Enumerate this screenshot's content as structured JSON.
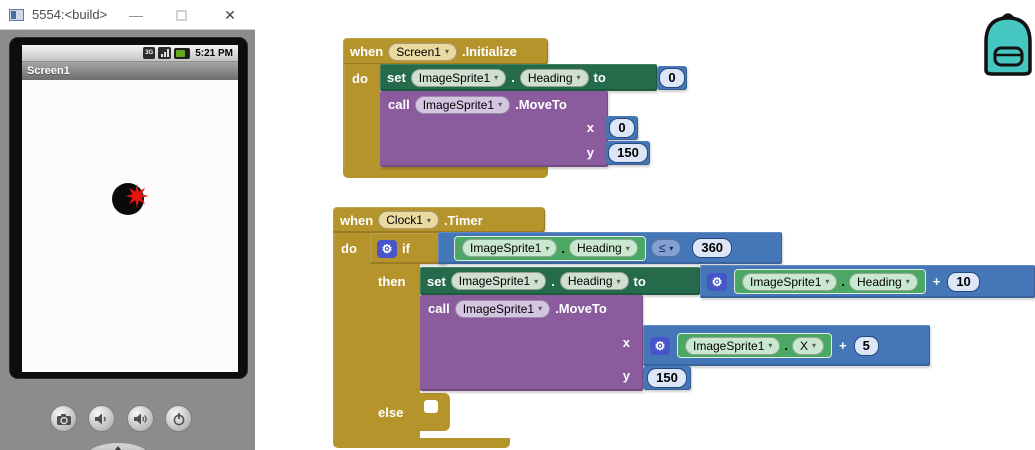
{
  "colors": {
    "event_gold": "#b5942c",
    "setter_green": "#256a4a",
    "method_purple": "#8a5c9e",
    "math_blue": "#4476b8",
    "getter_green": "#4ca764",
    "backpack_teal": "#45c6c0",
    "sprite_red": "#e81313"
  },
  "emulator": {
    "window_title": "5554:<build>",
    "minimize_label": "—",
    "close_label": "✕",
    "status_3g": "3G",
    "status_time": "5:21 PM",
    "screen_title": "Screen1"
  },
  "blocks": {
    "b1": {
      "when": "when",
      "component": "Screen1",
      "event": ".Initialize",
      "do_label": "do",
      "set": {
        "kw": "set",
        "component": "ImageSprite1",
        "dot": ".",
        "prop": "Heading",
        "to": "to",
        "value": "0"
      },
      "call": {
        "kw": "call",
        "component": "ImageSprite1",
        "method": ".MoveTo",
        "x_label": "x",
        "x_value": "0",
        "y_label": "y",
        "y_value": "150"
      }
    },
    "b2": {
      "when": "when",
      "component": "Clock1",
      "event": ".Timer",
      "do_label": "do",
      "if_label": "if",
      "then_label": "then",
      "else_label": "else",
      "cond": {
        "component": "ImageSprite1",
        "dot": ".",
        "prop": "Heading",
        "op": "≤",
        "value": "360"
      },
      "set": {
        "kw": "set",
        "component": "ImageSprite1",
        "dot": ".",
        "prop": "Heading",
        "to": "to",
        "expr": {
          "component": "ImageSprite1",
          "dot": ".",
          "prop": "Heading",
          "op": "+",
          "value": "10"
        }
      },
      "call": {
        "kw": "call",
        "component": "ImageSprite1",
        "method": ".MoveTo",
        "x_label": "x",
        "x_expr": {
          "component": "ImageSprite1",
          "dot": ".",
          "prop": "X",
          "op": "+",
          "value": "5"
        },
        "y_label": "y",
        "y_value": "150"
      }
    }
  }
}
